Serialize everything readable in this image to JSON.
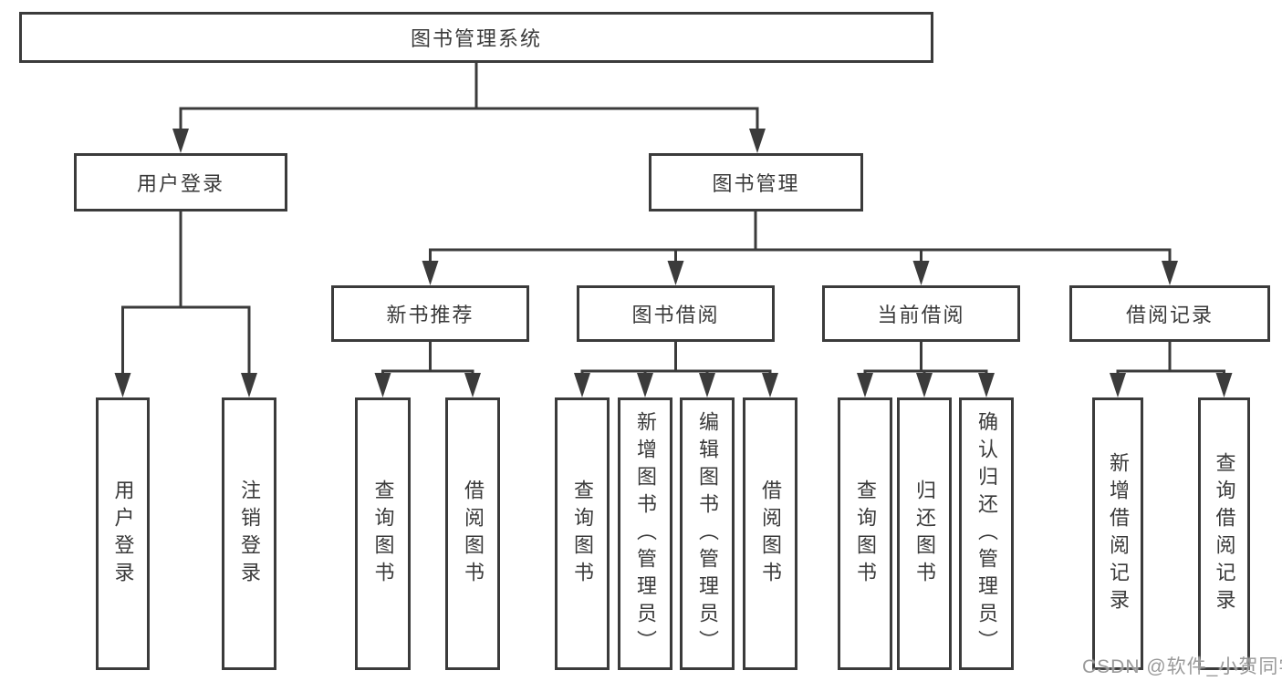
{
  "tree": {
    "root": {
      "label": "图书管理系统",
      "children": [
        {
          "label": "用户登录",
          "children": [
            {
              "label": "用户登录"
            },
            {
              "label": "注销登录"
            }
          ]
        },
        {
          "label": "图书管理",
          "children": [
            {
              "label": "新书推荐",
              "children": [
                {
                  "label": "查询图书"
                },
                {
                  "label": "借阅图书"
                }
              ]
            },
            {
              "label": "图书借阅",
              "children": [
                {
                  "label": "查询图书"
                },
                {
                  "label": "新增图书（管理员）"
                },
                {
                  "label": "编辑图书（管理员）"
                },
                {
                  "label": "借阅图书"
                }
              ]
            },
            {
              "label": "当前借阅",
              "children": [
                {
                  "label": "查询图书"
                },
                {
                  "label": "归还图书"
                },
                {
                  "label": "确认归还（管理员）"
                }
              ]
            },
            {
              "label": "借阅记录",
              "children": [
                {
                  "label": "新增借阅记录"
                },
                {
                  "label": "查询借阅记录"
                }
              ]
            }
          ]
        }
      ]
    }
  },
  "watermark": {
    "text": "CSDN @软件_小贺同学"
  },
  "colors": {
    "line": "#3b3b3b",
    "text": "#3a3a3a",
    "watermark": "#9a9a9a",
    "background": "#ffffff"
  }
}
